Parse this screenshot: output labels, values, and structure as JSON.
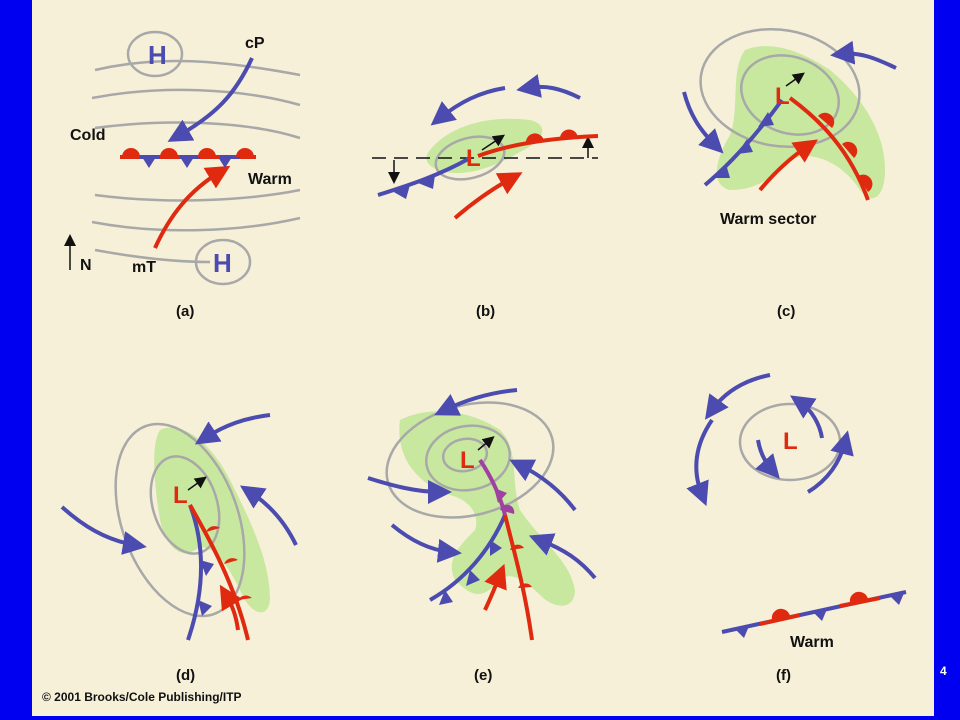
{
  "colors": {
    "background": "#0000f0",
    "slide": "#f6f0d8",
    "cold": "#4b4bb0",
    "warm": "#e02a10",
    "occluded": "#a040a0",
    "isobar": "#a8a8a8",
    "precip": "#c8e8a0"
  },
  "panels": {
    "a": {
      "label": "(a)",
      "high1": "H",
      "high2": "H",
      "cp": "cP",
      "cold": "Cold",
      "warm": "Warm",
      "mt": "mT",
      "north": "N"
    },
    "b": {
      "label": "(b)",
      "low": "L"
    },
    "c": {
      "label": "(c)",
      "low": "L",
      "sector": "Warm sector"
    },
    "d": {
      "label": "(d)",
      "low": "L"
    },
    "e": {
      "label": "(e)",
      "low": "L"
    },
    "f": {
      "label": "(f)",
      "low": "L",
      "warm": "Warm"
    }
  },
  "footer": {
    "copyright": "© 2001 Brooks/Cole Publishing/ITP",
    "page_number": "4"
  }
}
